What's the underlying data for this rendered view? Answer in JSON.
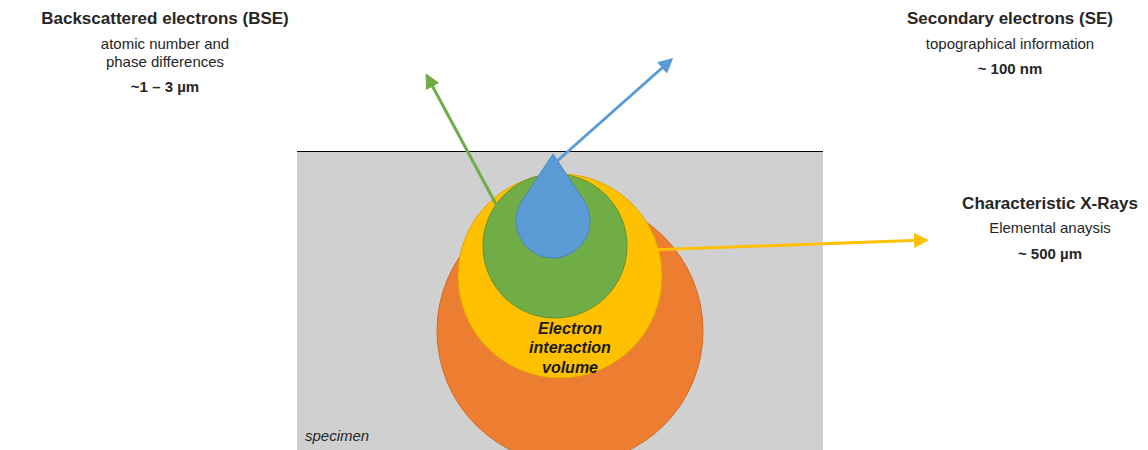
{
  "diagram": {
    "nodes": [
      {
        "text": [
          "specimen"
        ]
      },
      {
        "text": [
          "Electron interaction volume"
        ],
        "in": 0
      }
    ],
    "labels": [
      "Backscattered electrons (BSE)",
      "atomic number and phase differences",
      "~1 – 3 µm",
      "Secondary electrons (SE)",
      "topographical information",
      "~ 100 nm",
      "Characteristic X-Rays",
      "Elemental anaysis",
      "~ 500 µm"
    ]
  }
}
